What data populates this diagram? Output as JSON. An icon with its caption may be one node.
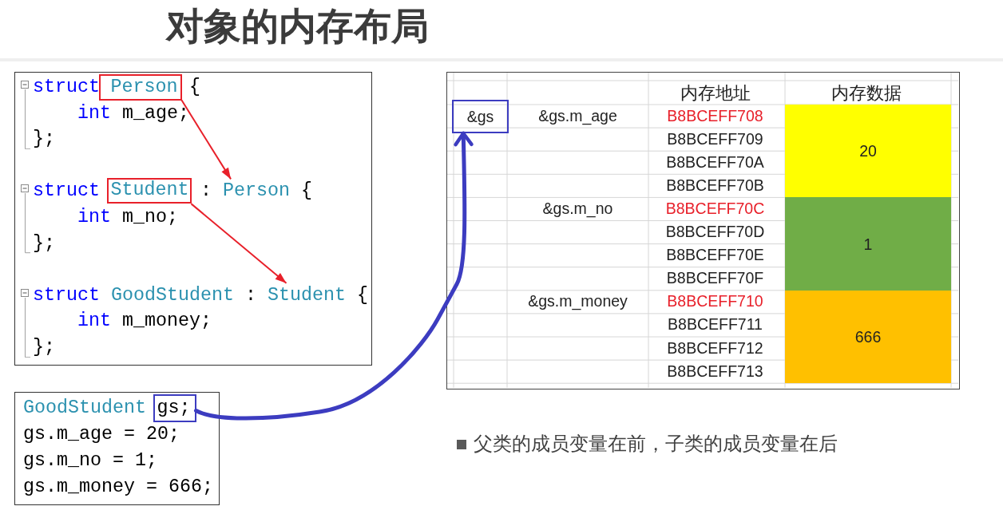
{
  "diagram": {
    "title": "对象的内存布局",
    "nodes": [
      {
        "text": [
          "struct",
          "{",
          "int",
          "m_age;",
          "};",
          "struct",
          ":",
          "{",
          "int",
          "m_no;",
          "};",
          "struct",
          "GoodStudent",
          ":",
          "{",
          "int",
          "m_money;",
          "};"
        ]
      },
      {
        "text": [
          "Person"
        ],
        "in": 0
      },
      {
        "text": [
          "Student"
        ],
        "in": 0
      },
      {
        "text": [
          "Person"
        ],
        "in": 0
      },
      {
        "text": [
          "Student"
        ],
        "in": 0
      },
      {
        "text": [
          "GoodStudent",
          "gs.m_age = 20;",
          "gs.m_no = 1;",
          "gs.m_money = 666;"
        ]
      },
      {
        "text": [
          "gs;"
        ],
        "in": 5
      },
      {
        "text": [
          "内存地址",
          "内存数据",
          "&gs.m_age",
          "B8BCEFF708",
          "B8BCEFF709",
          "B8BCEFF70A",
          "B8BCEFF70B",
          "&gs.m_no",
          "B8BCEFF70C",
          "B8BCEFF70D",
          "B8BCEFF70E",
          "B8BCEFF70F",
          "&gs.m_money",
          "B8BCEFF710",
          "B8BCEFF711",
          "B8BCEFF712",
          "B8BCEFF713"
        ]
      },
      {
        "text": [
          "&gs"
        ],
        "in": 7
      },
      {
        "text": [
          "20"
        ],
        "in": 7
      },
      {
        "text": [
          "1"
        ],
        "in": 7
      },
      {
        "text": [
          "666"
        ],
        "in": 7
      }
    ],
    "edges": [
      {
        "from": 1,
        "to": 3,
        "arrow": "to"
      },
      {
        "from": 2,
        "to": 4,
        "arrow": "to"
      },
      {
        "from": 6,
        "to": 8,
        "arrow": "to",
        "style": "thick",
        "color": "#3c3cc0"
      }
    ],
    "labels": [
      "父类的成员变量在前，子类的成员变量在后"
    ]
  }
}
